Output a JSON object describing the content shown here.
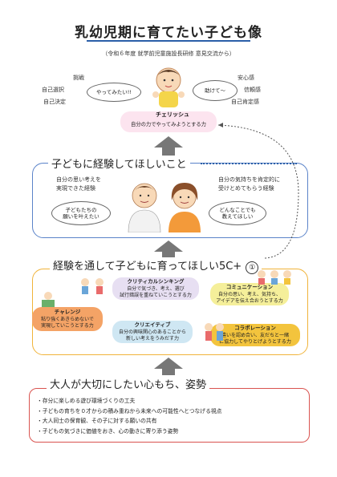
{
  "header": {
    "title": "乳幼児期に育てたい子ども像",
    "subtitle": "（令和６年度 就学前児童施設長研修 意見交流から）"
  },
  "top": {
    "left_words": [
      "挑戦",
      "自己選択",
      "自己決定"
    ],
    "right_words": [
      "安心感",
      "信頼感",
      "自己肯定感"
    ],
    "bubble_left": "やってみたい!!",
    "bubble_right": "助けて～",
    "cherish_title": "チェリッシュ",
    "cherish_text": "自分の力でやってみようとする力"
  },
  "experience": {
    "heading": "子どもに経験してほしいこと",
    "left_text": [
      "自分の思い考えを",
      "実現できた経験"
    ],
    "right_text": [
      "自分の気持ちを肯定的に",
      "受けとめてもらう経験"
    ],
    "bubble_left": [
      "子どもたちの",
      "願いを叶えたい"
    ],
    "bubble_right": [
      "どんなことでも",
      "教えてほしい"
    ]
  },
  "fivec": {
    "heading": "経験を通して子どもに育ってほしい5C+",
    "plus_mark": "①",
    "critical_title": "クリティカルシンキング",
    "critical_text": [
      "自分で気づき、考え、選び",
      "試行錯誤を重ねていこうとする力"
    ],
    "communication_title": "コミュニケーション",
    "communication_text": [
      "自分の思い、考え、気持ち、",
      "アイデアを伝え合おうとする力"
    ],
    "challenge_title": "チャレンジ",
    "challenge_text": [
      "粘り強くあきらめないで",
      "実現していこうとする力"
    ],
    "creative_title": "クリエイティブ",
    "creative_text": [
      "自分の興味関心のあることから",
      "新しい考えをうみだす力"
    ],
    "collaboration_title": "コラボレーション",
    "collaboration_text": [
      "違いを認め合い、友だちと一緒",
      "に協力してやりとげようとする力"
    ]
  },
  "adult": {
    "heading": "大人が大切にしたい心もち、姿勢",
    "items": [
      "存分に楽しめる遊び環境づくりの工夫",
      "子どもの育ちを０才からの積み重ねから未来への可能性へとつなげる視点",
      "大人同士の保育観、その子に対する願いの共有",
      "子どもの気づきに価値をおき、心の動きに寄り添う姿勢"
    ]
  },
  "colors": {
    "title_underline": "#2b5fa8",
    "cherish_bg": "#fce4ef",
    "blue_border": "#5a83c9",
    "orange_border": "#f0b33a",
    "red_border": "#d9534f",
    "critical_bg": "#e7dff2",
    "communication_bg": "#f5ef9a",
    "challenge_bg": "#f4a366",
    "creative_bg": "#cfe7f3",
    "collaboration_bg": "#f3c43d",
    "arrow": "#777777"
  }
}
